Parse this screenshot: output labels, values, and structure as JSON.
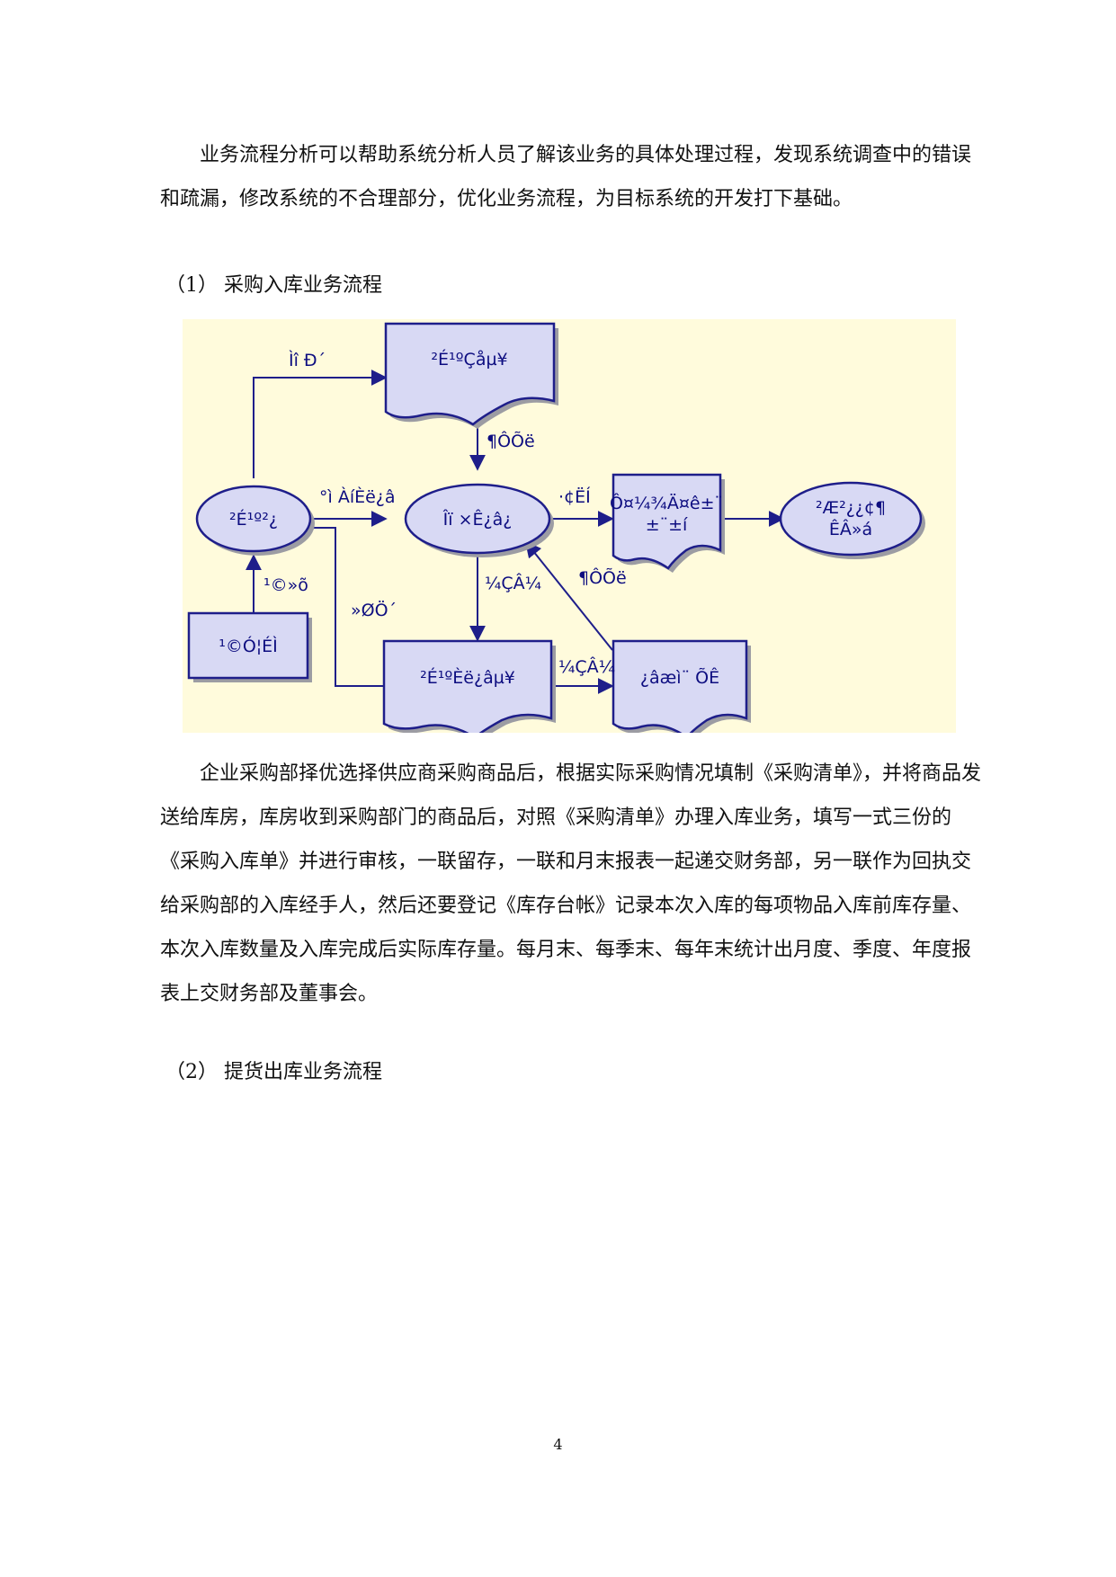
{
  "paragraphs": {
    "intro": "业务流程分析可以帮助系统分析人员了解该业务的具体处理过程，发现系统调查中的错误和疏漏，修改系统的不合理部分，优化业务流程，为目标系统的开发打下基础。",
    "heading1": "（1）  采购入库业务流程",
    "desc": "企业采购部择优选择供应商采购商品后，根据实际采购情况填制《采购清单》，并将商品发送给库房，库房收到采购部门的商品后，对照《采购清单》办理入库业务，填写一式三份的《采购入库单》并进行审核，一联留存，一联和月末报表一起递交财务部，另一联作为回执交给采购部的入库经手人，然后还要登记《库存台帐》记录本次入库的每项物品入库前库存量、本次入库数量及入库完成后实际库存量。每月末、每季末、每年末统计出月度、季度、年度报表上交财务部及董事会。",
    "heading2": "（2）  提货出库业务流程"
  },
  "diagram": {
    "nodes": {
      "caigoubu": "²É¹º²¿",
      "gongyingshang": "¹©Ó¦ÉÌ",
      "caigouqingdan": "²É¹ºÇåµ¥",
      "kufangguanli": "Îï ×Ê¿â¿",
      "rukudan": "²É¹ºÈë¿âµ¥",
      "kucuntaizhang": "¿âæì¨ ÕÊ",
      "report_line1": "Ô¤¼¾Ä¤ê±¨",
      "report_line2": "±¨±í",
      "caiwubu_line1": "²Æ²¿¿¢¶",
      "caiwubu_line2": "ÊÂ»á"
    },
    "edges": {
      "tianxie": "Ìî Ð´",
      "duizhao1": "¶ÔÕë",
      "songhuo": "°ì ÀíÈë¿â",
      "gongying": "¹©»õ",
      "baosong": "·¢ËÍ",
      "dengji1": "¼ÇÂ¼",
      "huizhi": "»ØÖ´",
      "dengji2": "¼ÇÂ¼",
      "duizhao2": "¶ÔÕë"
    }
  },
  "page_number": "4"
}
